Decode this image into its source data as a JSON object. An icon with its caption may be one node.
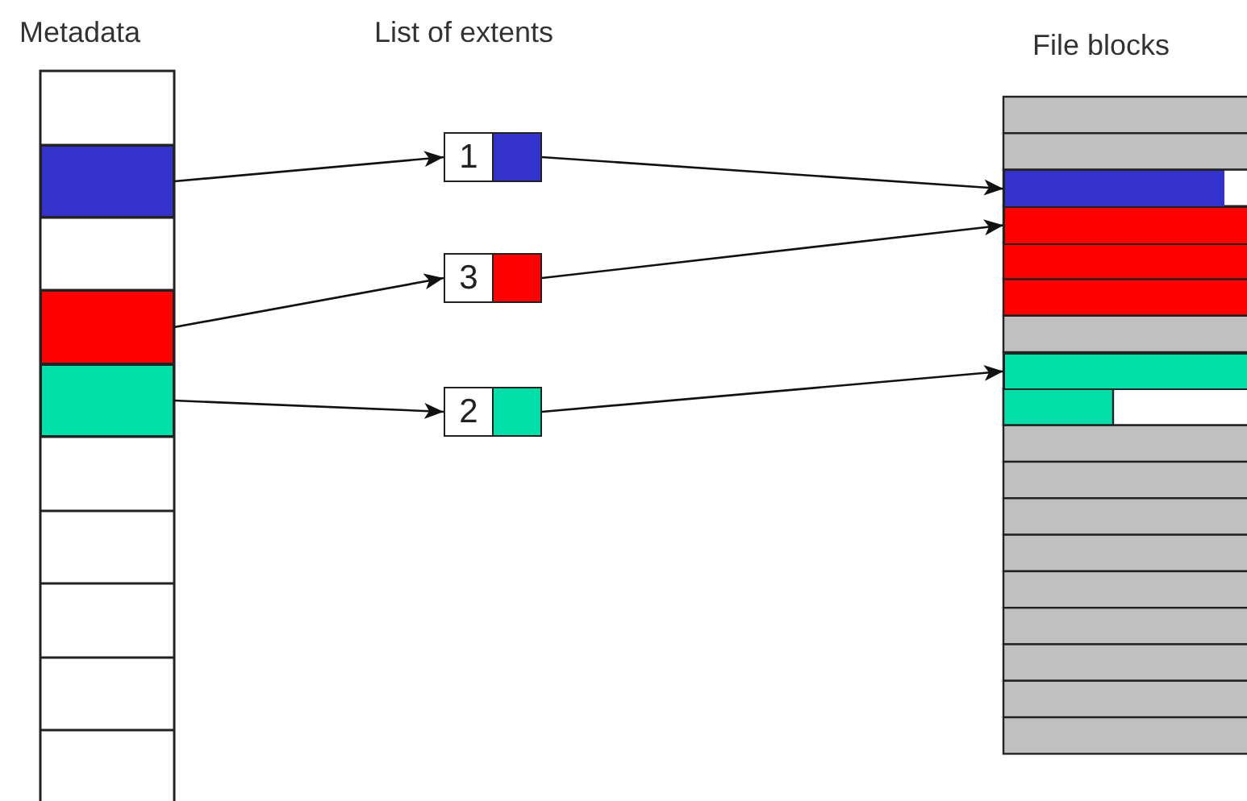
{
  "diagram": {
    "nodes": [
      {
        "text": [],
        "shape": "box"
      },
      {
        "text": [],
        "shape": "box"
      },
      {
        "text": [],
        "shape": "box"
      },
      {
        "text": [
          "1"
        ]
      },
      {
        "text": [],
        "shape": "box"
      },
      {
        "text": [
          "3"
        ]
      },
      {
        "text": [],
        "shape": "box"
      },
      {
        "text": [
          "2"
        ]
      },
      {
        "text": [],
        "shape": "box"
      },
      {
        "text": [],
        "shape": "bar"
      },
      {
        "text": [],
        "shape": "bar"
      },
      {
        "text": [],
        "shape": "bar"
      }
    ],
    "edges": [
      {
        "from": 0,
        "to": 3,
        "arrow": "to"
      },
      {
        "from": 1,
        "to": 5,
        "arrow": "to"
      },
      {
        "from": 2,
        "to": 7,
        "arrow": "to"
      },
      {
        "from": 4,
        "to": 9,
        "arrow": "to"
      },
      {
        "from": 6,
        "to": 10,
        "arrow": "to"
      },
      {
        "from": 8,
        "to": 11,
        "arrow": "to"
      }
    ],
    "labels": [
      "Metadata",
      "List of extents",
      "File blocks"
    ]
  }
}
